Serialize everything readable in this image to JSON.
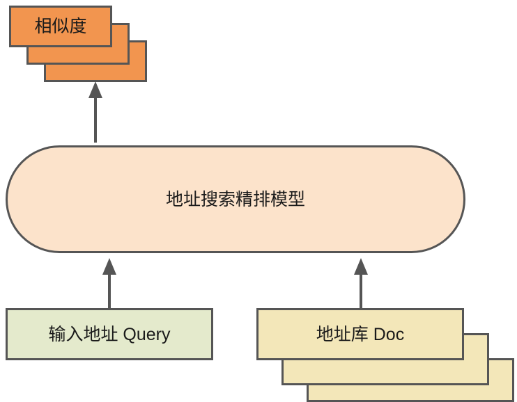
{
  "diagram": {
    "title_text": "地址搜索精排模型",
    "background_color": "#ffffff",
    "stroke_color": "#555555",
    "nodes": {
      "similarity": {
        "label": "相似度",
        "fill_color": "#F2954F",
        "shape": "stacked-rectangle",
        "stack_count": 3
      },
      "model": {
        "label": "地址搜索精排模型",
        "fill_color": "#FCE3CB",
        "shape": "rounded-rectangle"
      },
      "query": {
        "label": "输入地址 Query",
        "fill_color": "#E4EACC",
        "shape": "rectangle"
      },
      "doc": {
        "label": "地址库 Doc",
        "fill_color": "#F3E7B9",
        "shape": "stacked-rectangle",
        "stack_count": 3
      }
    },
    "edges": [
      {
        "name": "model-to-similarity",
        "from": "model",
        "to": "similarity",
        "direction": "up"
      },
      {
        "name": "query-to-model",
        "from": "query",
        "to": "model",
        "direction": "up"
      },
      {
        "name": "doc-to-model",
        "from": "doc",
        "to": "model",
        "direction": "up"
      }
    ]
  }
}
